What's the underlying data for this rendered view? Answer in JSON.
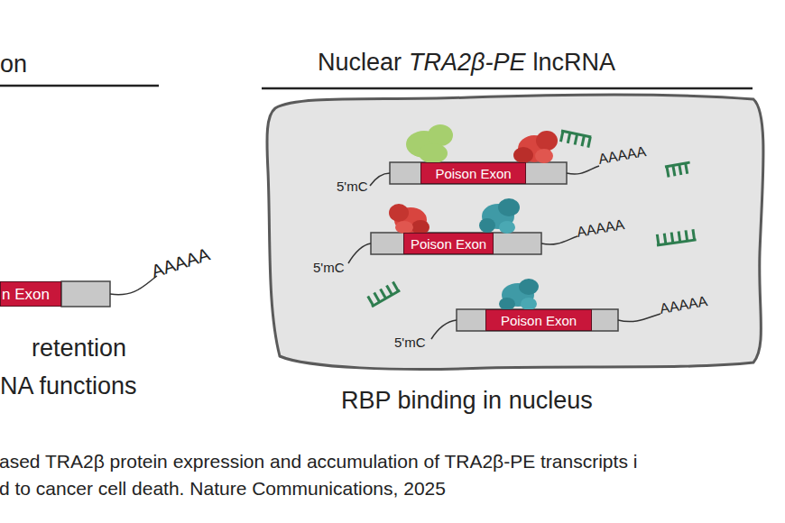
{
  "diagram": {
    "nodes": [
      {
        "text": [
          "n Exon"
        ]
      },
      {
        "text": [
          "Poison Exon"
        ]
      },
      {
        "text": [
          "Poison Exon"
        ]
      },
      {
        "text": [
          "Poison Exon"
        ]
      }
    ],
    "labels": [
      "on",
      "Nuclear",
      "TRA2β-PE",
      "lncRNA",
      "5'mC",
      "5'mC",
      "5'mC",
      "AAAAA",
      "AAAAA",
      "AAAAA",
      "AAAAA",
      "retention",
      "NA functions",
      "RBP binding in nucleus",
      "ased TRA2β protein expression and accumulation of TRA2β-PE transcripts i",
      "d to cancer cell death. Nature Communications, 2025"
    ]
  }
}
